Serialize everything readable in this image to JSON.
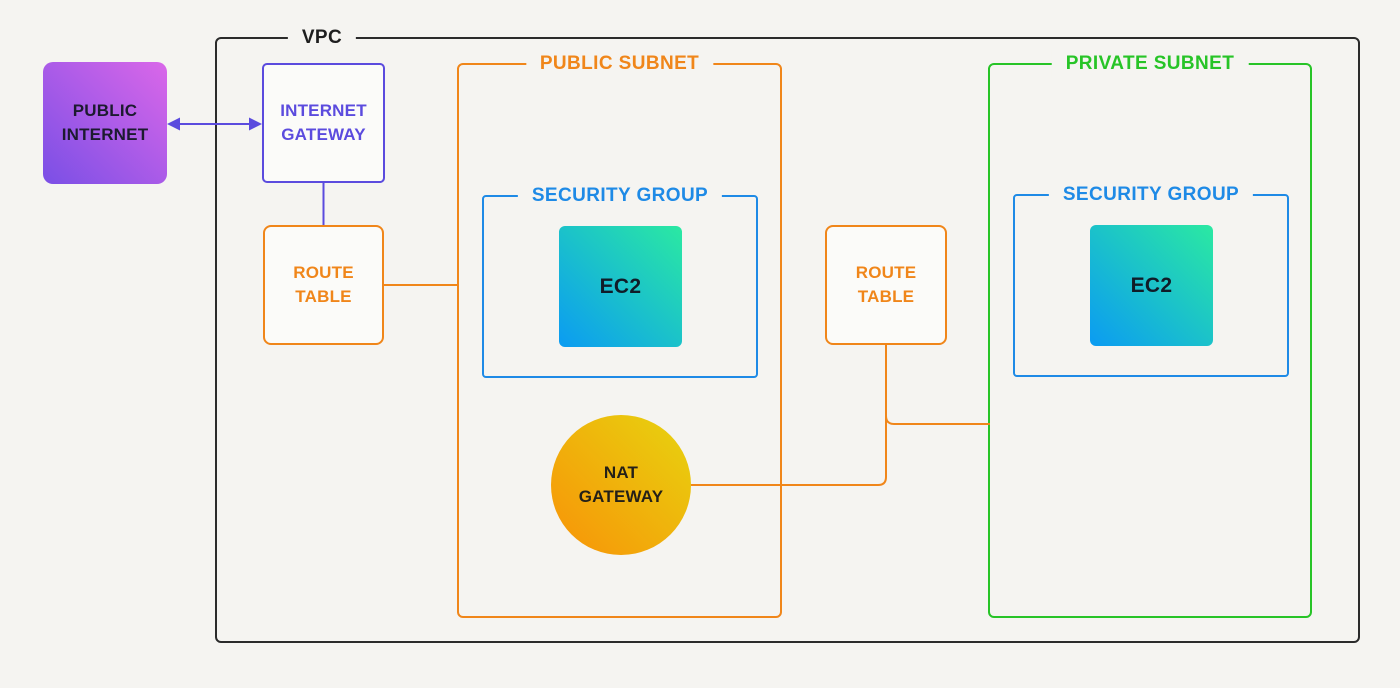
{
  "page": {
    "background": "#F5F4F1"
  },
  "palette": {
    "purple": "#5B4BDE",
    "orange": "#F0861A",
    "blue": "#1E8AE6",
    "green": "#27C427",
    "vpc_border": "#2B2B2B",
    "node_fill": "#FBFBF9"
  },
  "nodes": {
    "public_internet": {
      "label": "PUBLIC\nINTERNET",
      "text_color": "#1C1A30",
      "gradient": "linear-gradient(to top right, #7A4FE6, #DA67E9)"
    },
    "vpc": {
      "label": "VPC",
      "label_color": "#1E1E1E",
      "border_color": "#2B2B2B"
    },
    "internet_gateway": {
      "label": "INTERNET\nGATEWAY",
      "color": "#5B4BDE"
    },
    "route_table_public": {
      "label": "ROUTE\nTABLE",
      "color": "#F0861A"
    },
    "public_subnet": {
      "label": "PUBLIC SUBNET",
      "color": "#F0861A"
    },
    "security_group_public": {
      "label": "SECURITY GROUP",
      "color": "#1E8AE6"
    },
    "ec2_public": {
      "label": "EC2",
      "text_color": "#101C28",
      "gradient": "linear-gradient(to top right, #0B9BF2, #2BE9A2)"
    },
    "nat_gateway": {
      "label": "NAT\nGATEWAY",
      "text_color": "#242018",
      "gradient": "linear-gradient(to top right, #F89208, #E7D40F)"
    },
    "route_table_private": {
      "label": "ROUTE\nTABLE",
      "color": "#F0861A"
    },
    "private_subnet": {
      "label": "PRIVATE SUBNET",
      "color": "#27C427"
    },
    "security_group_private": {
      "label": "SECURITY GROUP",
      "color": "#1E8AE6"
    },
    "ec2_private": {
      "label": "EC2",
      "text_color": "#101C28",
      "gradient": "linear-gradient(to top right, #0B9BF2, #2BE9A2)"
    }
  },
  "connections": [
    {
      "from": "public_internet",
      "to": "internet_gateway",
      "style": "double-arrow",
      "color": "#5B4BDE"
    },
    {
      "from": "internet_gateway",
      "to": "route_table_public",
      "style": "line",
      "color": "#5B4BDE"
    },
    {
      "from": "route_table_public",
      "to": "public_subnet",
      "style": "line",
      "color": "#F0861A"
    },
    {
      "from": "nat_gateway",
      "to": "route_table_private",
      "style": "elbow-line",
      "color": "#F0861A"
    },
    {
      "from": "route_table_private",
      "to": "private_subnet",
      "style": "elbow-line",
      "color": "#F0861A"
    }
  ]
}
